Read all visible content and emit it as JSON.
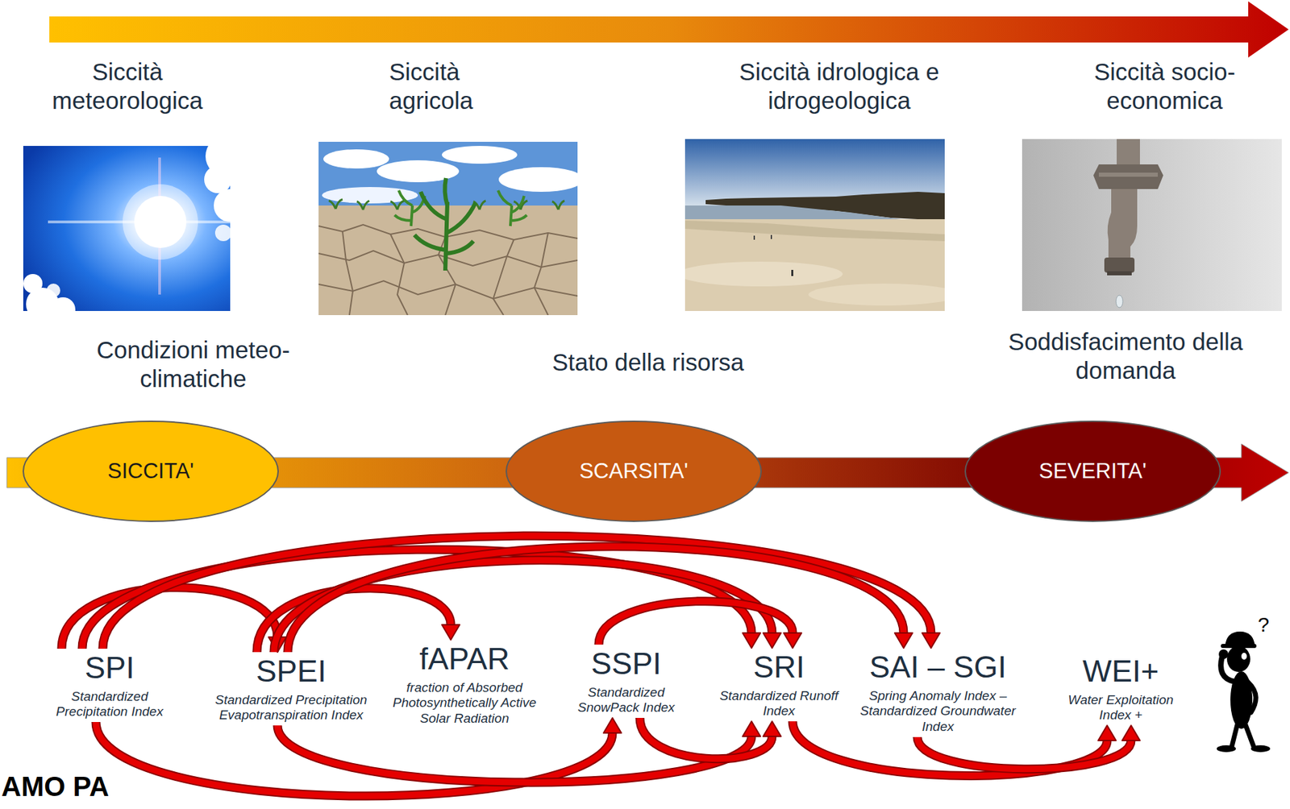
{
  "diagram": {
    "nodes": [
      {
        "text": [
          "SICCITA'"
        ]
      },
      {
        "text": [
          "SCARSITA'"
        ]
      },
      {
        "text": [
          "SEVERITA'"
        ]
      },
      {
        "text": [
          "SPI",
          "Standardized Precipitation Index"
        ]
      },
      {
        "text": [
          "SPEI",
          "Standardized Precipitation Evapotranspiration Index"
        ]
      },
      {
        "text": [
          "fAPAR",
          "fraction of Absorbed Photosynthetically Active Solar Radiation"
        ]
      },
      {
        "text": [
          "SSPI",
          "Standardized SnowPack Index"
        ]
      },
      {
        "text": [
          "SRI",
          "Standardized Runoff Index"
        ]
      },
      {
        "text": [
          "SAI – SGI",
          "Spring Anomaly Index – Standardized Groundwater Index"
        ]
      },
      {
        "text": [
          "WEI+",
          "Water Exploitation Index +"
        ]
      }
    ],
    "edges": [
      {
        "from": 3,
        "to": 4,
        "arrow": "to"
      },
      {
        "from": 3,
        "to": 7,
        "arrow": "to"
      },
      {
        "from": 3,
        "to": 8,
        "arrow": "to"
      },
      {
        "from": 4,
        "to": 5,
        "arrow": "to"
      },
      {
        "from": 4,
        "to": 7,
        "arrow": "to"
      },
      {
        "from": 4,
        "to": 8,
        "arrow": "to"
      },
      {
        "from": 6,
        "to": 7,
        "arrow": "to"
      },
      {
        "from": 3,
        "to": 6,
        "arrow": "to"
      },
      {
        "from": 4,
        "to": 7,
        "arrow": "to"
      },
      {
        "from": 6,
        "to": 7,
        "arrow": "to"
      },
      {
        "from": 7,
        "to": 9,
        "arrow": "to"
      },
      {
        "from": 8,
        "to": 9,
        "arrow": "to"
      }
    ],
    "labels": [
      "Siccità meteorologica",
      "Siccità agricola",
      "Siccità idrologica e idrogeologica",
      "Siccità socio-economica",
      "Condizioni meteo-climatiche",
      "Stato della risorsa",
      "Soddisfacimento della domanda",
      "AMO PA",
      "?"
    ]
  }
}
